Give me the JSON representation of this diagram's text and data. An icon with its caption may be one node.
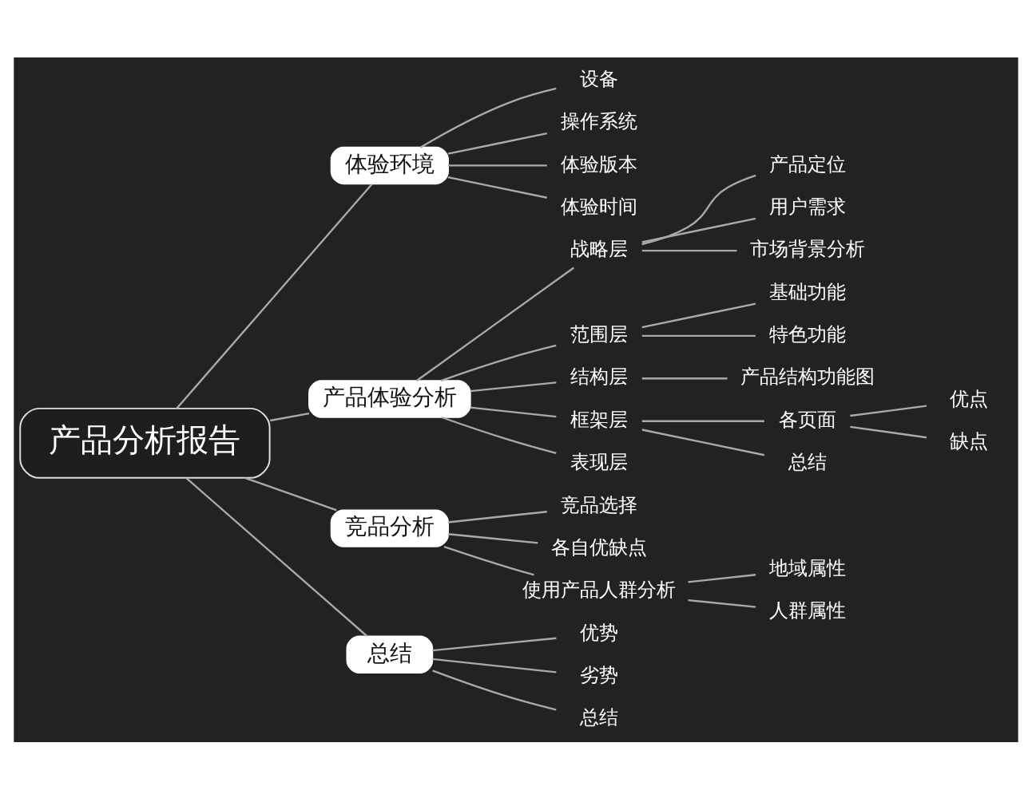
{
  "diagram": {
    "nodes": [
      {
        "text": [
          "产品分析报告"
        ]
      },
      {
        "text": [
          "体验环境"
        ]
      },
      {
        "text": [
          "设备"
        ]
      },
      {
        "text": [
          "操作系统"
        ]
      },
      {
        "text": [
          "体验版本"
        ]
      },
      {
        "text": [
          "体验时间"
        ]
      },
      {
        "text": [
          "产品体验分析"
        ]
      },
      {
        "text": [
          "战略层"
        ]
      },
      {
        "text": [
          "产品定位"
        ]
      },
      {
        "text": [
          "用户需求"
        ]
      },
      {
        "text": [
          "市场背景分析"
        ]
      },
      {
        "text": [
          "范围层"
        ]
      },
      {
        "text": [
          "基础功能"
        ]
      },
      {
        "text": [
          "特色功能"
        ]
      },
      {
        "text": [
          "结构层"
        ]
      },
      {
        "text": [
          "产品结构功能图"
        ]
      },
      {
        "text": [
          "框架层"
        ]
      },
      {
        "text": [
          "各页面"
        ]
      },
      {
        "text": [
          "优点"
        ]
      },
      {
        "text": [
          "缺点"
        ]
      },
      {
        "text": [
          "总结"
        ]
      },
      {
        "text": [
          "表现层"
        ]
      },
      {
        "text": [
          "竞品分析"
        ]
      },
      {
        "text": [
          "竞品选择"
        ]
      },
      {
        "text": [
          "各自优缺点"
        ]
      },
      {
        "text": [
          "使用产品人群分析"
        ]
      },
      {
        "text": [
          "地域属性"
        ]
      },
      {
        "text": [
          "人群属性"
        ]
      },
      {
        "text": [
          "总结"
        ]
      },
      {
        "text": [
          "优势"
        ]
      },
      {
        "text": [
          "劣势"
        ]
      },
      {
        "text": [
          "总结"
        ]
      }
    ],
    "edges": [
      {
        "from": 0,
        "to": 1,
        "arrow": "none"
      },
      {
        "from": 1,
        "to": 2,
        "arrow": "none"
      },
      {
        "from": 1,
        "to": 3,
        "arrow": "none"
      },
      {
        "from": 1,
        "to": 4,
        "arrow": "none"
      },
      {
        "from": 1,
        "to": 5,
        "arrow": "none"
      },
      {
        "from": 0,
        "to": 6,
        "arrow": "none"
      },
      {
        "from": 6,
        "to": 7,
        "arrow": "none"
      },
      {
        "from": 7,
        "to": 8,
        "arrow": "none"
      },
      {
        "from": 7,
        "to": 9,
        "arrow": "none"
      },
      {
        "from": 7,
        "to": 10,
        "arrow": "none"
      },
      {
        "from": 6,
        "to": 11,
        "arrow": "none"
      },
      {
        "from": 11,
        "to": 12,
        "arrow": "none"
      },
      {
        "from": 11,
        "to": 13,
        "arrow": "none"
      },
      {
        "from": 6,
        "to": 14,
        "arrow": "none"
      },
      {
        "from": 14,
        "to": 15,
        "arrow": "none"
      },
      {
        "from": 6,
        "to": 16,
        "arrow": "none"
      },
      {
        "from": 16,
        "to": 17,
        "arrow": "none"
      },
      {
        "from": 17,
        "to": 18,
        "arrow": "none"
      },
      {
        "from": 17,
        "to": 19,
        "arrow": "none"
      },
      {
        "from": 16,
        "to": 20,
        "arrow": "none"
      },
      {
        "from": 6,
        "to": 21,
        "arrow": "none"
      },
      {
        "from": 0,
        "to": 22,
        "arrow": "none"
      },
      {
        "from": 22,
        "to": 23,
        "arrow": "none"
      },
      {
        "from": 22,
        "to": 24,
        "arrow": "none"
      },
      {
        "from": 22,
        "to": 25,
        "arrow": "none"
      },
      {
        "from": 25,
        "to": 26,
        "arrow": "none"
      },
      {
        "from": 25,
        "to": 27,
        "arrow": "none"
      },
      {
        "from": 0,
        "to": 28,
        "arrow": "none"
      },
      {
        "from": 28,
        "to": 29,
        "arrow": "none"
      },
      {
        "from": 28,
        "to": 30,
        "arrow": "none"
      },
      {
        "from": 28,
        "to": 31,
        "arrow": "none"
      }
    ]
  }
}
